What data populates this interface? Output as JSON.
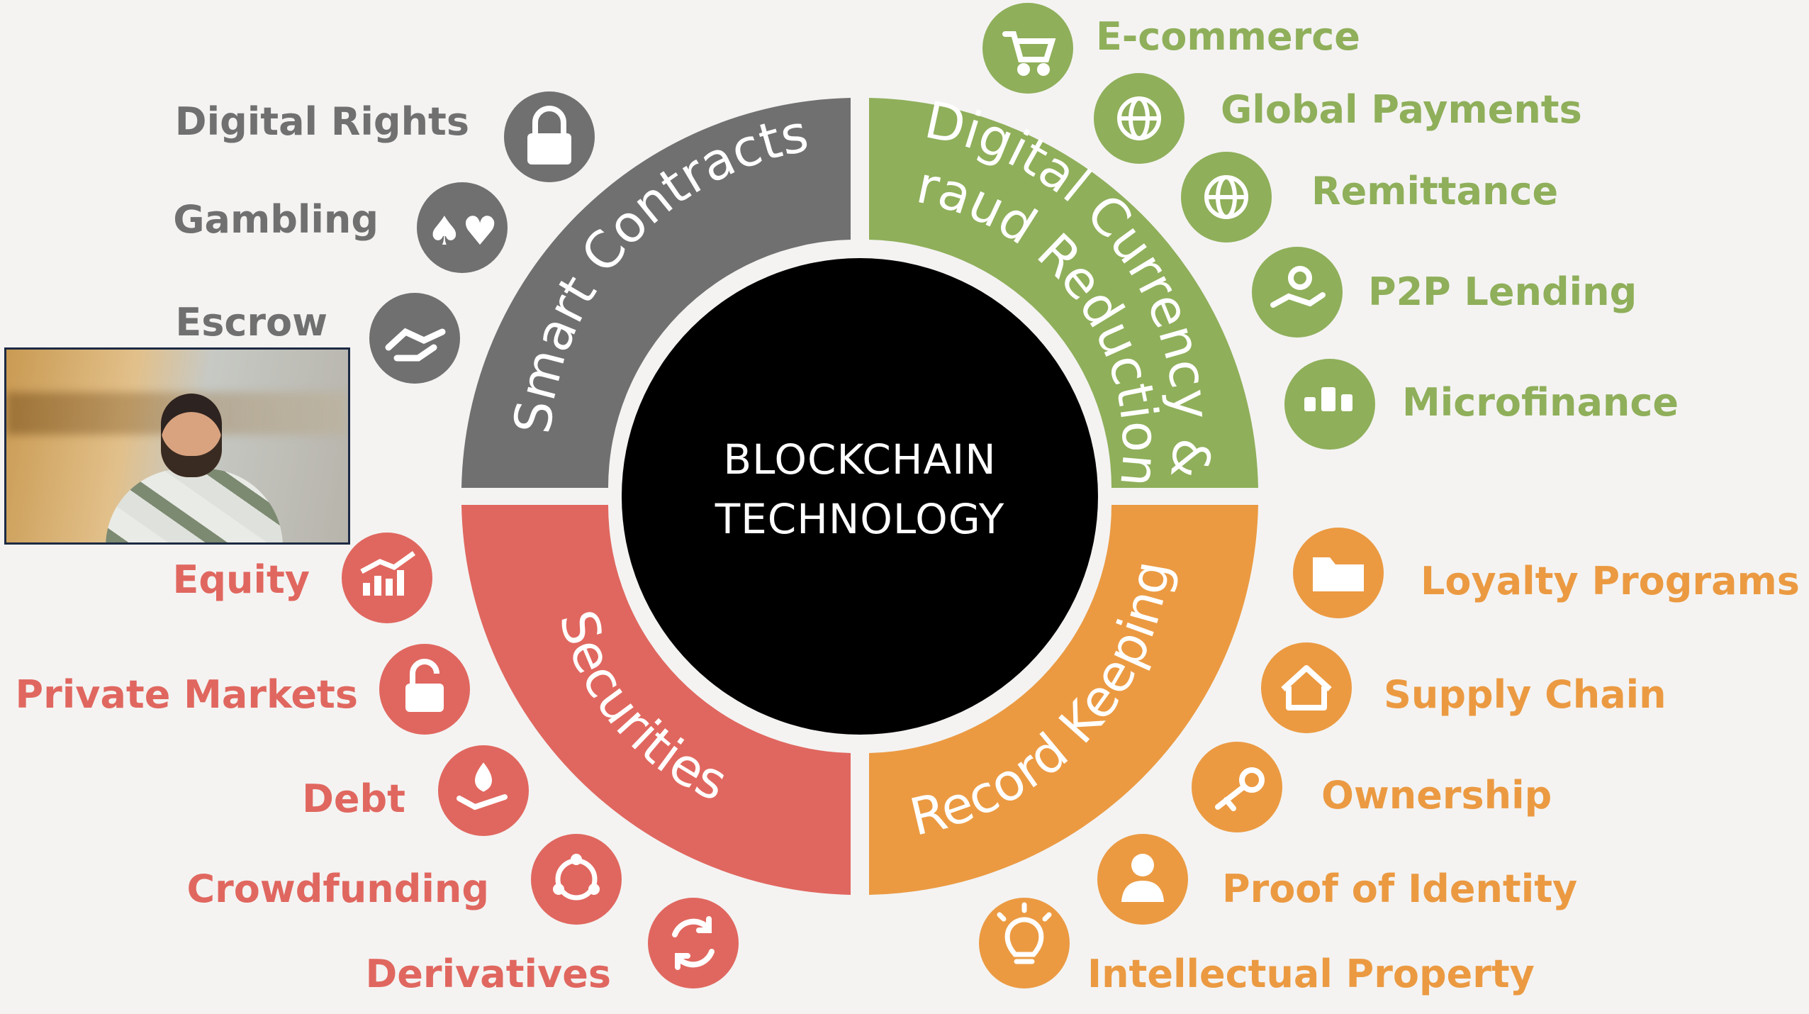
{
  "center": {
    "line1": "BLOCKCHAIN",
    "line2": "TECHNOLOGY",
    "color": "#000000"
  },
  "segments": [
    {
      "key": "smart",
      "label": "Smart Contracts",
      "color": "#707070"
    },
    {
      "key": "digital",
      "label_line1": "Digital Currency &",
      "label_line2": "Fraud Reduction",
      "color": "#8faf5a"
    },
    {
      "key": "securities",
      "label": "Securities",
      "color": "#e0675f"
    },
    {
      "key": "record",
      "label": "Record Keeping",
      "color": "#eb9a42"
    }
  ],
  "items": {
    "smart": [
      {
        "label": "Digital Rights",
        "icon": "lock-icon"
      },
      {
        "label": "Gambling",
        "icon": "card-suits-icon"
      },
      {
        "label": "Escrow",
        "icon": "handshake-icon"
      }
    ],
    "digital": [
      {
        "label": "E-commerce",
        "icon": "shopping-cart-icon"
      },
      {
        "label": "Global Payments",
        "icon": "globe-exchange-icon"
      },
      {
        "label": "Remittance",
        "icon": "globe-transfer-icon"
      },
      {
        "label": "P2P Lending",
        "icon": "hand-coin-icon"
      },
      {
        "label": "Microfinance",
        "icon": "coins-icon"
      }
    ],
    "securities": [
      {
        "label": "Equity",
        "icon": "chart-up-icon"
      },
      {
        "label": "Private Markets",
        "icon": "padlock-icon"
      },
      {
        "label": "Debt",
        "icon": "hand-drop-icon"
      },
      {
        "label": "Crowdfunding",
        "icon": "people-circle-icon"
      },
      {
        "label": "Derivatives",
        "icon": "cycle-arrows-icon"
      }
    ],
    "record": [
      {
        "label": "Loyalty Programs",
        "icon": "folder-plus-icon"
      },
      {
        "label": "Supply Chain",
        "icon": "house-car-icon"
      },
      {
        "label": "Ownership",
        "icon": "key-icon"
      },
      {
        "label": "Proof of Identity",
        "icon": "person-icon"
      },
      {
        "label": "Intellectual Property",
        "icon": "lightbulb-icon"
      }
    ]
  },
  "webcam": {
    "icon": "presenter-video-icon"
  }
}
